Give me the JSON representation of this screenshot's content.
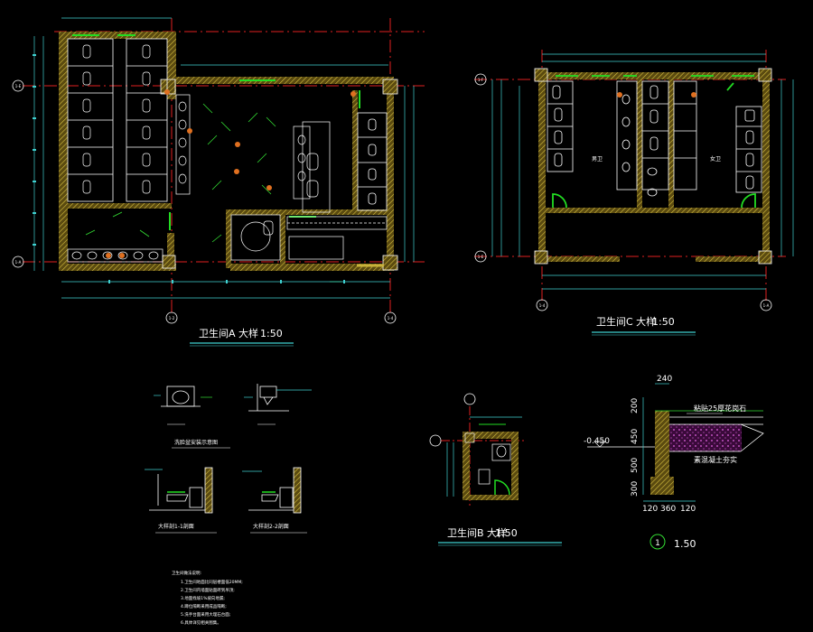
{
  "colors": {
    "background": "#000000",
    "wall_hatch": "#c9b23a",
    "wall_fill": "#6b5a16",
    "axis_line": "#e02020",
    "dimension": "#3fd0d0",
    "fixture": "#ffffff",
    "door": "#22dd22",
    "symbol": "#e07020",
    "green_text": "#33dd33",
    "soil": "#8a2a8a"
  },
  "drawings": {
    "room_a": {
      "title": "卫生间A 大样",
      "scale": "1:50",
      "axis_left_top": "1-E",
      "axis_left_bottom": "1-A",
      "axis_bottom_left": "1-2",
      "axis_bottom_right": "1-4"
    },
    "room_c": {
      "title": "卫生间C 大样",
      "scale": "1:50",
      "axis_left_top": "1-F",
      "axis_left_bottom": "1-E",
      "axis_bottom_left": "1-4",
      "axis_bottom_right": "1-A",
      "label_left": "男卫",
      "label_right": "女卫"
    },
    "room_b": {
      "title": "卫生间B 大样",
      "scale": "1:50"
    },
    "detail_1": {
      "scale": "1.50",
      "marker": "1",
      "top_dim": "240",
      "left_dims": [
        "200",
        "450",
        "500",
        "300"
      ],
      "bottom_dims": [
        "120",
        "360",
        "120"
      ],
      "elevation": "-0.450",
      "note_top": "粘贴25厚花岗石",
      "note_bottom": "素混凝土夯实"
    },
    "fixture_notes": {
      "wash_basin": "洗脸盆安装示意图",
      "section_1": "大样剖1-1剖面",
      "section_2": "大样剖2-2剖面"
    },
    "notes_block": [
      "卫生间做法说明:",
      "1.卫生间地面比同层楼面低20MM;",
      "2.卫生间内墙面贴面砖到吊顶;",
      "3.地面找坡1%坡向地漏;",
      "4.蹲位隔断采用成品隔断;",
      "5.洗手台面采用大理石台面;",
      "6.具体详见相关图集。"
    ]
  }
}
